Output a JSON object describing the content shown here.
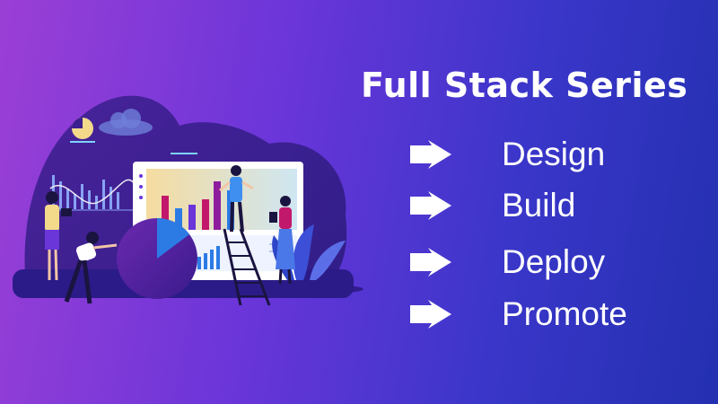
{
  "slide": {
    "title": "Full Stack Series",
    "steps": [
      {
        "label": "Design",
        "icon": "arrow-right-icon"
      },
      {
        "label": "Build",
        "icon": "arrow-right-icon"
      },
      {
        "label": "Deploy",
        "icon": "arrow-right-icon"
      },
      {
        "label": "Promote",
        "icon": "arrow-right-icon"
      }
    ]
  },
  "colors": {
    "background_start": "#9b3fd6",
    "background_end": "#2330b0",
    "text": "#ffffff",
    "accent_magenta": "#c2186b",
    "accent_blue": "#2c7be5",
    "accent_yellow": "#f3d98a"
  }
}
